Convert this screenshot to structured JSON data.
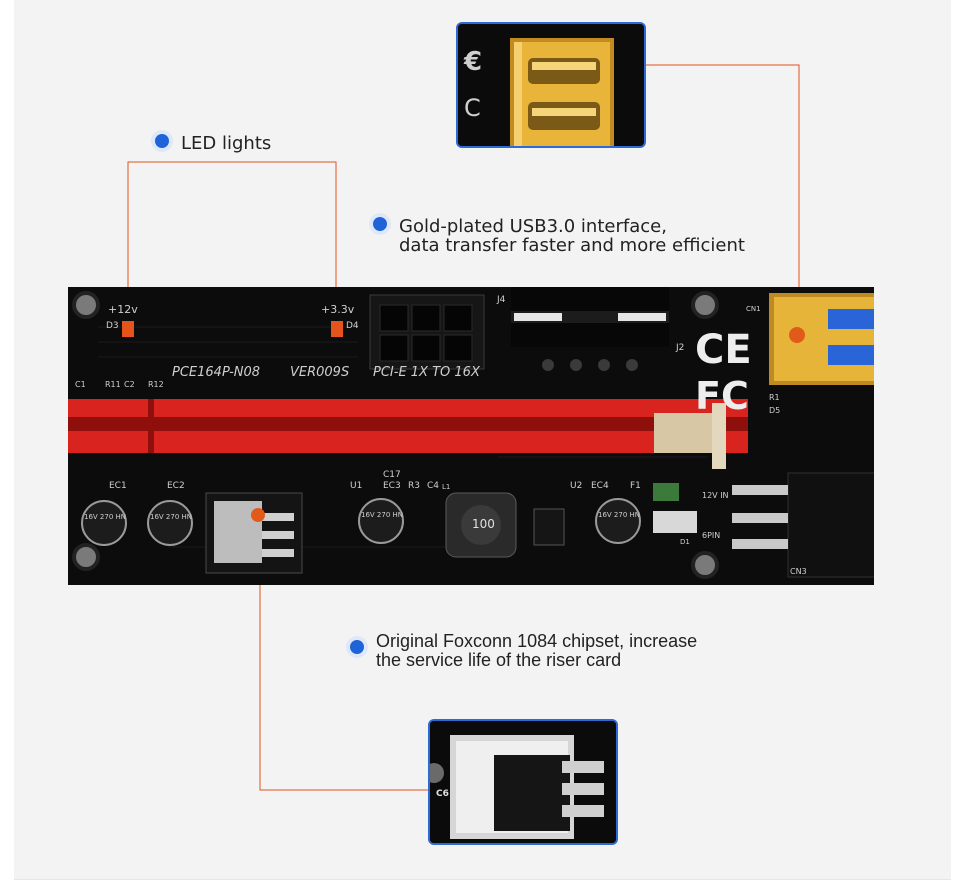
{
  "callouts": {
    "led": "LED lights",
    "usb_line1": "Gold-plated USB3.0 interface,",
    "usb_line2": "data transfer faster and more efficient",
    "chip_line1": "Original Foxconn 1084 chipset, increase",
    "chip_line2": "the service life of the riser card"
  },
  "board_labels": {
    "plus12v": "+12v",
    "d3": "D3",
    "plus3v3": "+3.3v",
    "d4": "D4",
    "model": "PCE164P-N08",
    "version": "VER009S",
    "pcie": "PCI-E 1X TO 16X",
    "j4": "J4",
    "j2": "J2",
    "cn1": "CN1",
    "r1": "R1",
    "d5": "D5",
    "ec1": "EC1",
    "ec2": "EC2",
    "ec3": "EC3",
    "ec4": "EC4",
    "u1": "U1",
    "u2": "U2",
    "c17": "C17",
    "r3": "R3",
    "c4": "C4",
    "l1": "L1",
    "inductor": "100",
    "cap_rating": "16V 270 HN",
    "f1": "F1",
    "d1": "D1",
    "cn3": "CN3",
    "pin_label": "6PIN",
    "v_label": "12V IN",
    "c1": "C1",
    "r11": "R11",
    "c2": "C2",
    "r12": "R12",
    "ce": "CE",
    "fc": "FC",
    "c6": "C6"
  },
  "colors": {
    "accent": "#1f63d8",
    "callout_line": "#e0521c",
    "slot_red": "#d8231e",
    "usb_gold": "#e7b43a"
  }
}
